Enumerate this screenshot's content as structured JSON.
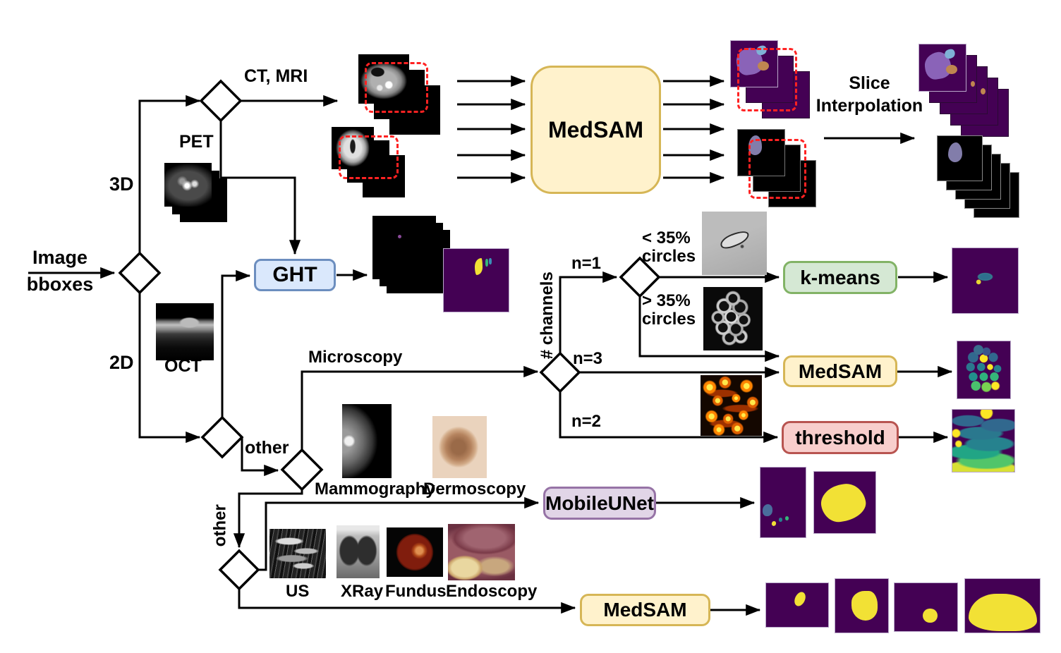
{
  "figure": {
    "input": {
      "line1": "Image",
      "line2": "bboxes"
    },
    "nodes": {
      "medsam_main": "MedSAM",
      "ght": "GHT",
      "kmeans": "k-means",
      "medsam_microscopy": "MedSAM",
      "threshold": "threshold",
      "mobileunet": "MobileUNet",
      "medsam_2d_other": "MedSAM"
    },
    "labels": {
      "dim_3d": "3D",
      "dim_2d": "2D",
      "ct_mri": "CT, MRI",
      "pet": "PET",
      "oct": "OCT",
      "other_2d": "other",
      "other_modality": "other",
      "microscopy": "Microscopy",
      "num_channels": "# channels",
      "n1": "n=1",
      "n3": "n=3",
      "n2": "n=2",
      "lt35": {
        "line1": "< 35%",
        "line2": "circles"
      },
      "gt35": {
        "line1": "> 35%",
        "line2": "circles"
      },
      "mammography": "Mammography",
      "dermoscopy": "Dermoscopy",
      "us": "US",
      "xray": "XRay",
      "fundus": "Fundus",
      "endoscopy": "Endoscopy",
      "slice_interpolation": {
        "line1": "Slice",
        "line2": "Interpolation"
      }
    },
    "colors": {
      "medsam_fill": "#FFF2CC",
      "medsam_border": "#D6B656",
      "ght_fill": "#DAE8FC",
      "ght_border": "#6C8EBF",
      "kmeans_fill": "#D5E8D4",
      "kmeans_border": "#82B366",
      "threshold_fill": "#F8CECC",
      "threshold_border": "#B85450",
      "mobileunet_fill": "#E1D5E7",
      "mobileunet_border": "#9673A6",
      "mask_purple": "#440154",
      "mask_highlight_yellow": "#F2E135",
      "bbox_red": "#FF2222",
      "line_black": "#000000"
    }
  }
}
